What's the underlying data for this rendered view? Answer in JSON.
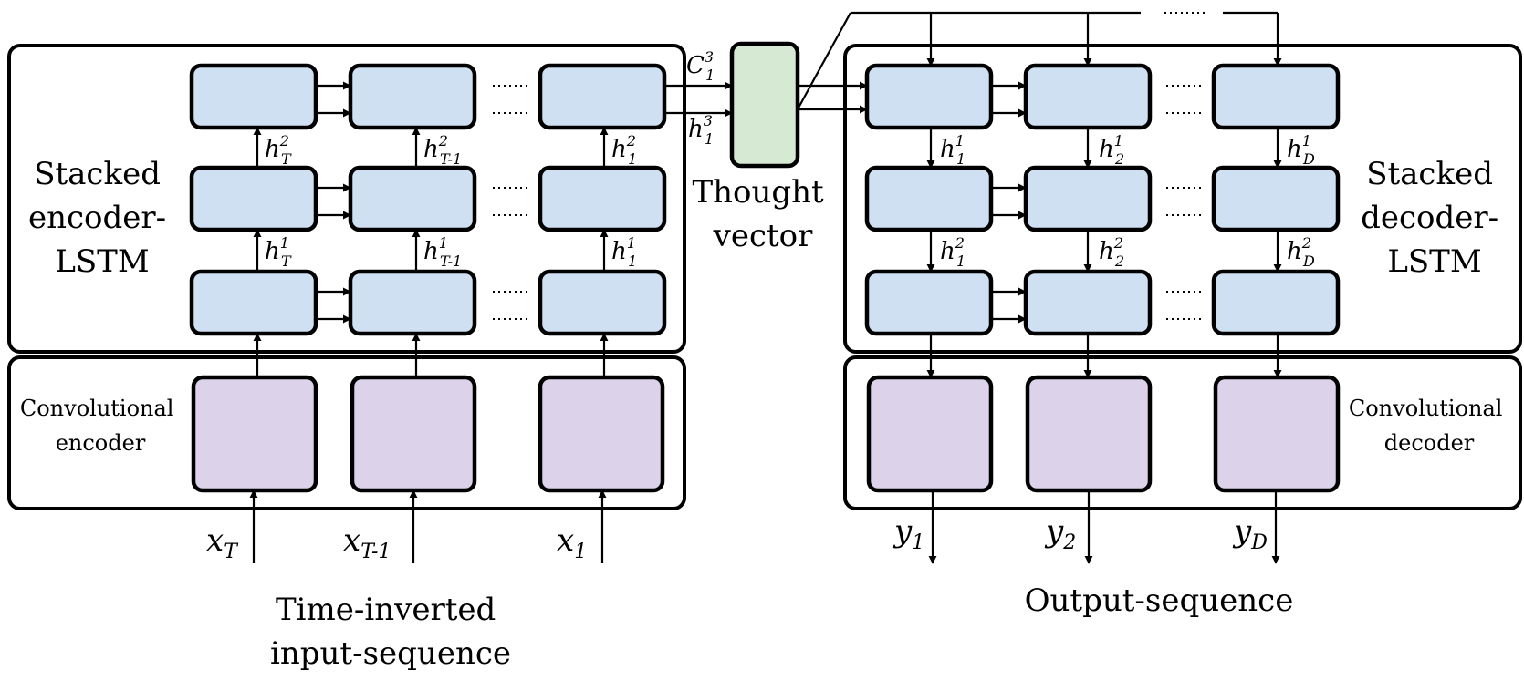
{
  "encoder": {
    "lstm_label_lines": [
      "Stacked",
      "encoder-",
      "LSTM"
    ],
    "conv_label_lines": [
      "Convolutional",
      "encoder"
    ],
    "inputs": [
      {
        "base": "x",
        "sub": "T"
      },
      {
        "base": "x",
        "sub": "T-1"
      },
      {
        "base": "x",
        "sub": "1"
      }
    ],
    "h_layer2": [
      {
        "sup": "2",
        "sub": "T"
      },
      {
        "sup": "2",
        "sub": "T-1"
      },
      {
        "sup": "2",
        "sub": "1"
      }
    ],
    "h_layer1": [
      {
        "sup": "1",
        "sub": "T"
      },
      {
        "sup": "1",
        "sub": "T-1"
      },
      {
        "sup": "1",
        "sub": "1"
      }
    ],
    "caption_lines": [
      "Time-inverted",
      "input-sequence"
    ]
  },
  "thought": {
    "label_lines": [
      "Thought",
      "vector"
    ],
    "c_label": {
      "base": "C",
      "sup": "3",
      "sub": "1"
    },
    "h_label": {
      "base": "h",
      "sup": "3",
      "sub": "1"
    }
  },
  "decoder": {
    "lstm_label_lines": [
      "Stacked",
      "decoder-",
      "LSTM"
    ],
    "conv_label_lines": [
      "Convolutional",
      "decoder"
    ],
    "outputs": [
      {
        "base": "y",
        "sub": "1"
      },
      {
        "base": "y",
        "sub": "2"
      },
      {
        "base": "y",
        "sub": "D"
      }
    ],
    "h_layer1": [
      {
        "sup": "1",
        "sub": "1"
      },
      {
        "sup": "1",
        "sub": "2"
      },
      {
        "sup": "1",
        "sub": "D"
      }
    ],
    "h_layer2": [
      {
        "sup": "2",
        "sub": "1"
      },
      {
        "sup": "2",
        "sub": "2"
      },
      {
        "sup": "2",
        "sub": "D"
      }
    ],
    "caption_lines": [
      "Output-sequence"
    ]
  }
}
